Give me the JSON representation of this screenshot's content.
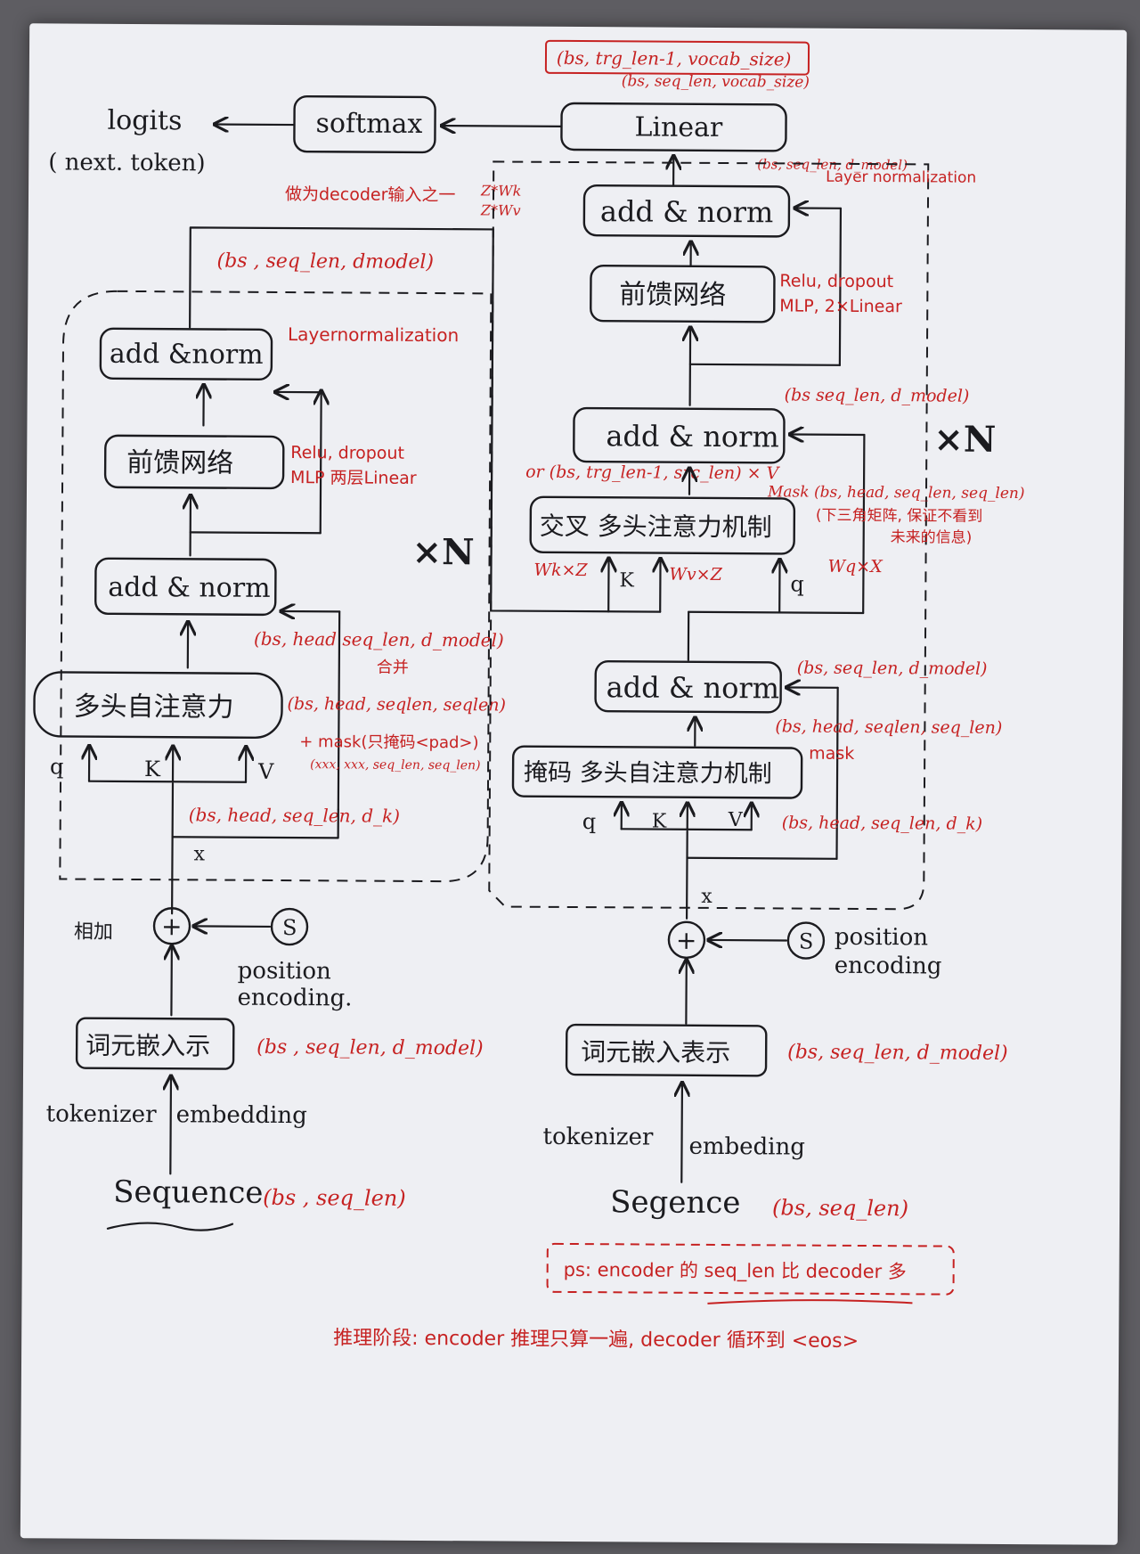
{
  "top": {
    "logits": "logits",
    "next_token": "( next. token)",
    "softmax": "softmax",
    "linear": "Linear",
    "linear_out_1": "(bs, trg_len-1, vocab_size)",
    "linear_out_2": "(bs, seq_len, vocab_size)",
    "linear_in": "(bs, seq_len, d_model)"
  },
  "encoder": {
    "decoder_input_note": "做为decoder输入之一",
    "zwk": "Z*Wk",
    "zwv": "Z*Wv",
    "output_shape": "(bs , seq_len, dmodel)",
    "add_norm_top": "add &norm",
    "layernorm": "Layernormalization",
    "ffn": "前馈网络",
    "ffn_note_1": "Relu, dropout",
    "ffn_note_2": "MLP 两层Linear",
    "repeat": "×N",
    "add_norm_mid": "add & norm",
    "concat_shape": "(bs, head seq_len, d_model)",
    "concat_note": "合并",
    "mhsa": "多头自注意力",
    "attn_shape": "(bs, head, seqlen, seqlen)",
    "mask_note": "+ mask(只掩码<pad>)",
    "mask_shape": "(xxx, xxx, seq_len, seq_len)",
    "q": "q",
    "k": "K",
    "v": "V",
    "qkv_shape": "(bs, head, seq_len, d_k)",
    "x": "x",
    "add_label": "相加",
    "plus": "+",
    "pos_symbol": "S",
    "pos_enc_1": "position",
    "pos_enc_2": "encoding.",
    "embed": "词元嵌入示",
    "embed_shape": "(bs , seq_len, d_model)",
    "tokenizer": "tokenizer",
    "embedding": "embedding",
    "sequence": "Sequence",
    "seq_shape": "(bs , seq_len)"
  },
  "decoder": {
    "add_norm_top": "add & norm",
    "layernorm": "Layer normalization",
    "ffn": "前馈网络",
    "ffn_note_1": "Relu, dropout",
    "ffn_note_2": "MLP, 2×Linear",
    "cross_shape": "(bs seq_len, d_model)",
    "add_norm_mid": "add & norm",
    "repeat": "×N",
    "or_shape": "or (bs, trg_len-1, src_len) × V",
    "mask_shape": "Mask (bs, head, seq_len, seq_len)",
    "mask_note": "(下三角矩阵, 保证不看到",
    "mask_note_2": "未来的信息)",
    "cross_attn": "交叉 多头注意力机制",
    "wk": "Wk×Z",
    "wv": "Wv×Z",
    "wq": "Wq×X",
    "k": "K",
    "q": "q",
    "add_norm_low": "add & norm",
    "low_shape": "(bs, seq_len, d_model)",
    "masked_shape": "(bs, head, seqlen, seq_len)",
    "mask": "mask",
    "masked_attn": "掩码 多头自注意力机制",
    "q2": "q",
    "k2": "K",
    "v2": "V",
    "qkv_shape": "(bs, head, seq_len, d_k)",
    "x": "x",
    "plus": "+",
    "pos_symbol": "S",
    "pos_enc_1": "position",
    "pos_enc_2": "encoding",
    "embed": "词元嵌入表示",
    "embed_shape": "(bs, seq_len, d_model)",
    "tokenizer": "tokenizer",
    "embedding": "embeding",
    "sequence": "Segence",
    "seq_shape": "(bs, seq_len)"
  },
  "notes": {
    "ps": "ps: encoder 的 seq_len 比 decoder 多",
    "inference": "推理阶段: encoder 推理只算一遍, decoder 循环到 <eos>"
  },
  "colors": {
    "ink": "#1b1b1f",
    "red": "#c62222",
    "paper": "#eeeff3"
  }
}
